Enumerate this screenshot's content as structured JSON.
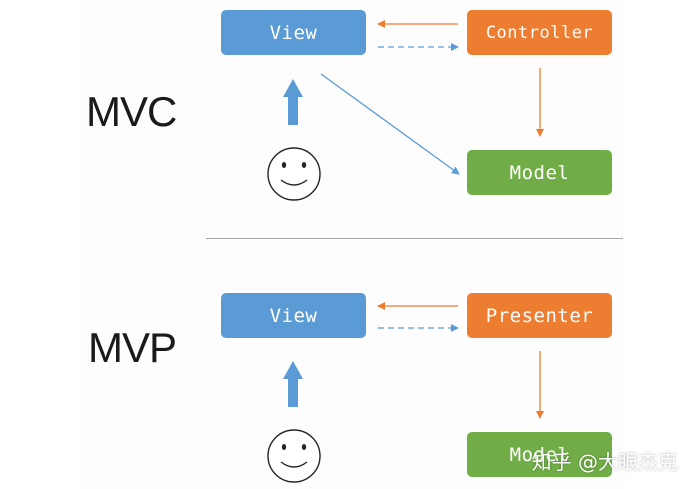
{
  "diagrams": {
    "mvc": {
      "label": "MVC",
      "view": "View",
      "controller": "Controller",
      "model": "Model"
    },
    "mvp": {
      "label": "MVP",
      "view": "View",
      "presenter": "Presenter",
      "model": "Model"
    }
  },
  "watermark": "知乎 @大眼杰克",
  "colors": {
    "view": "#5b9bd5",
    "controller": "#ed7d31",
    "model": "#70ad47",
    "user_arrow": "#5b9bd5"
  },
  "icons": [
    "smiley-face-icon",
    "up-arrow-icon"
  ]
}
